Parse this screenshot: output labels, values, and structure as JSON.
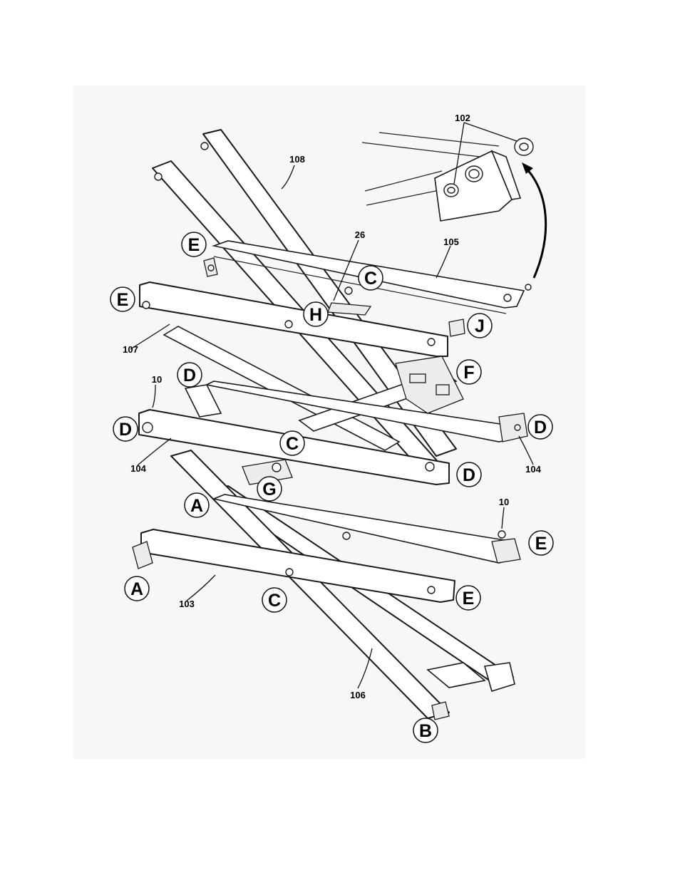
{
  "figure": {
    "callouts": [
      {
        "id": "E1",
        "letter": "E"
      },
      {
        "id": "E2",
        "letter": "E"
      },
      {
        "id": "C1",
        "letter": "C"
      },
      {
        "id": "H1",
        "letter": "H"
      },
      {
        "id": "J1",
        "letter": "J"
      },
      {
        "id": "F1",
        "letter": "F"
      },
      {
        "id": "D1",
        "letter": "D"
      },
      {
        "id": "D2",
        "letter": "D"
      },
      {
        "id": "D3",
        "letter": "D"
      },
      {
        "id": "D4",
        "letter": "D"
      },
      {
        "id": "C2",
        "letter": "C"
      },
      {
        "id": "G1",
        "letter": "G"
      },
      {
        "id": "A1",
        "letter": "A"
      },
      {
        "id": "A2",
        "letter": "A"
      },
      {
        "id": "E3",
        "letter": "E"
      },
      {
        "id": "E4",
        "letter": "E"
      },
      {
        "id": "C3",
        "letter": "C"
      },
      {
        "id": "B1",
        "letter": "B"
      }
    ],
    "part_numbers": [
      {
        "id": "n102",
        "text": "102"
      },
      {
        "id": "n108",
        "text": "108"
      },
      {
        "id": "n26",
        "text": "26"
      },
      {
        "id": "n105",
        "text": "105"
      },
      {
        "id": "n107",
        "text": "107"
      },
      {
        "id": "n10a",
        "text": "10"
      },
      {
        "id": "n104a",
        "text": "104"
      },
      {
        "id": "n104b",
        "text": "104"
      },
      {
        "id": "n10b",
        "text": "10"
      },
      {
        "id": "n103",
        "text": "103"
      },
      {
        "id": "n106",
        "text": "106"
      }
    ]
  }
}
